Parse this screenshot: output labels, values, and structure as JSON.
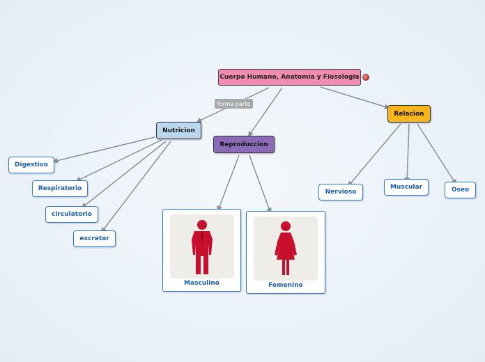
{
  "diagram": {
    "root": "Cuerpo Humano, Anatomia y Fiosologia",
    "edge_label": "forma parte",
    "branches": {
      "nutricion": {
        "label": "Nutricion",
        "color": "#bad7ee",
        "children": [
          "Digestivo",
          "Respiratorio",
          "circulatorio",
          "excretar"
        ]
      },
      "reproduccion": {
        "label": "Reproduccion",
        "color": "#8b6bb8",
        "children": [
          "Masculino",
          "Femenino"
        ]
      },
      "relacion": {
        "label": "Relacion",
        "color": "#f7b51b",
        "children": [
          "Nervioso",
          "Muscular",
          "Oseo"
        ]
      }
    },
    "root_color": "#f08cb0",
    "figure_color": "#c8102e",
    "icons": [
      "globe-icon",
      "man-figure-icon",
      "woman-figure-icon"
    ]
  }
}
